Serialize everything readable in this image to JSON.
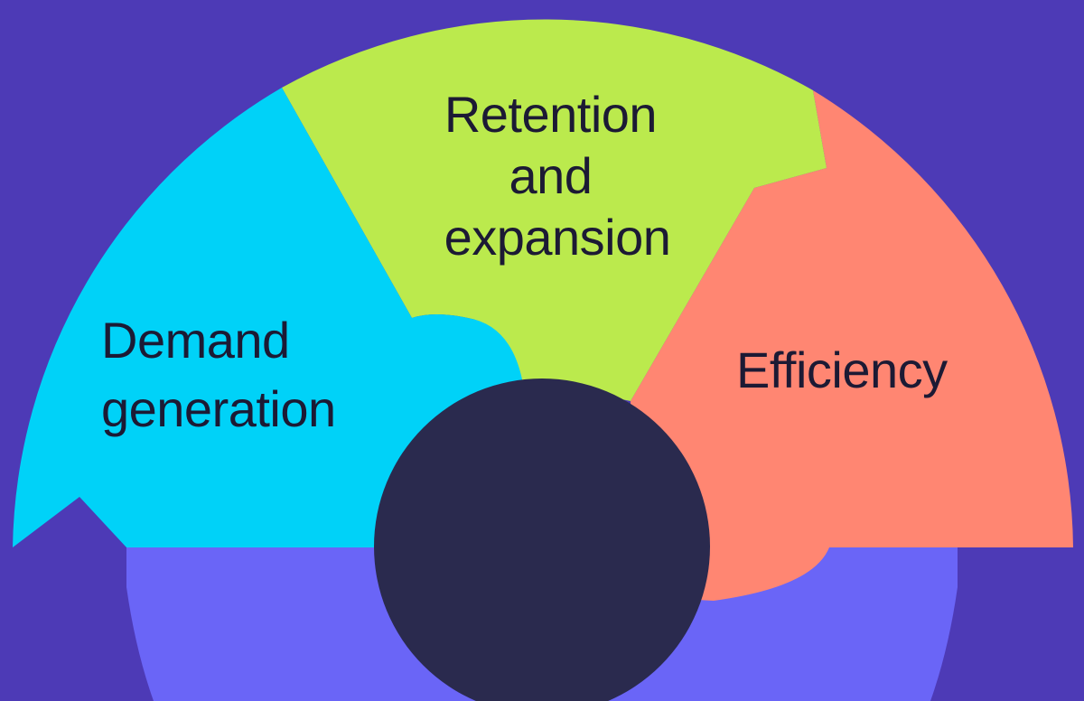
{
  "colors": {
    "background": "#4d3ab6",
    "lower_band": "#6a65f7",
    "demand_generation": "#00d2f8",
    "retention_and_expansion": "#bbea4d",
    "efficiency": "#ff8672",
    "center_hub": "#2a2a4e",
    "text": "#1c1a34"
  },
  "segments": [
    {
      "id": "demand_generation",
      "lines": [
        "Demand",
        "generation"
      ]
    },
    {
      "id": "retention_and_expansion",
      "lines": [
        "Retention",
        "and",
        "expansion"
      ]
    },
    {
      "id": "efficiency",
      "lines": [
        "Efficiency"
      ]
    }
  ]
}
